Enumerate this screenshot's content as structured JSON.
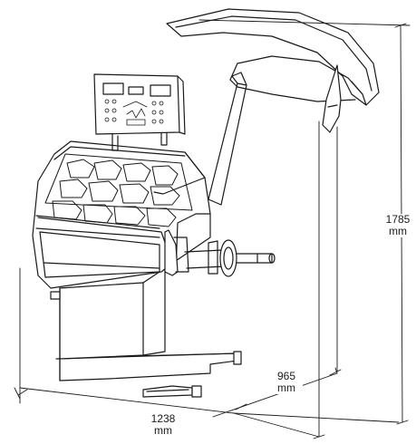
{
  "dimensions": {
    "height": {
      "value": "1785",
      "unit": "mm"
    },
    "depth": {
      "value": "965",
      "unit": "mm"
    },
    "width": {
      "value": "1238",
      "unit": "mm"
    }
  },
  "colors": {
    "line": "#1a1a1a",
    "background": "#ffffff",
    "display": "#ffffff"
  }
}
